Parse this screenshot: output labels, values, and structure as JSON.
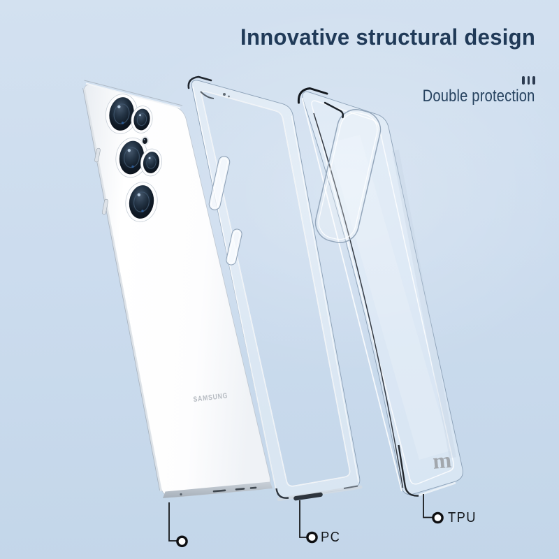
{
  "header": {
    "title": "Innovative structural design",
    "tagline": "Double protection",
    "decoration_icon": "three-bars-icon"
  },
  "phone": {
    "brand_logo": "SAMSUNG"
  },
  "tpu_case": {
    "maker_logo": "m"
  },
  "callouts": {
    "phone": {
      "label": ""
    },
    "pc_frame": {
      "label": "PC"
    },
    "tpu_case": {
      "label": "TPU"
    }
  },
  "colors": {
    "background_top": "#d3e1f0",
    "background_bottom": "#c3d6e9",
    "heading_ink": "#203a58",
    "callout_ink": "#17191c"
  }
}
